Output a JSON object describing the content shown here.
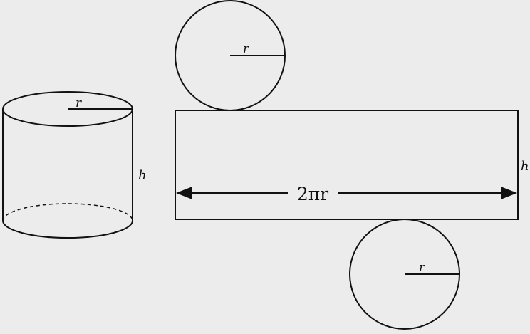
{
  "labels": {
    "cylinder_radius": "r",
    "cylinder_height": "h",
    "net_height": "h",
    "net_width": "2πr",
    "top_circle_radius": "r",
    "bottom_circle_radius": "r"
  },
  "colors": {
    "background": "#ececec",
    "stroke": "#111111"
  }
}
